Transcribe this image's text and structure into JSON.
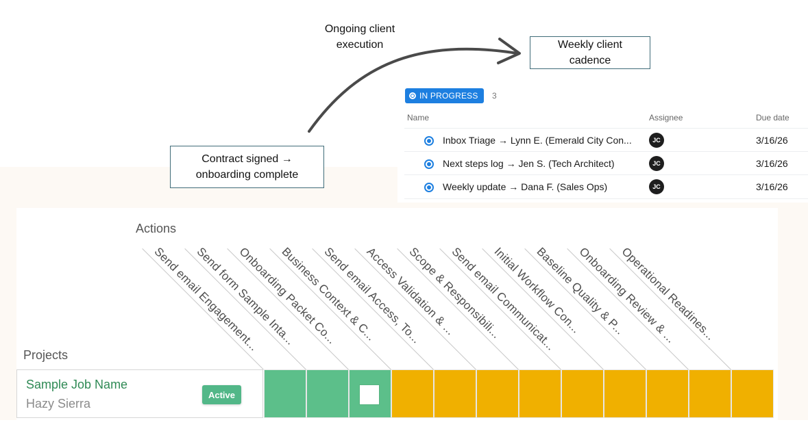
{
  "colors": {
    "callout_border": "#3f6b78",
    "accent_blue": "#1d7fe0",
    "green_done": "#5cbf8a",
    "amber_todo": "#f0b000",
    "project_name_green": "#2f8a55",
    "badge_green": "#52b788",
    "cream_background": "#fdf9f4"
  },
  "flow": {
    "contract_callout": "Contract signed →\nonboarding complete",
    "ongoing_label": "Ongoing client\nexecution",
    "weekly_callout": "Weekly client\ncadence"
  },
  "task_list": {
    "status_label": "IN PROGRESS",
    "status_icon": "radio-dot-icon",
    "count": "3",
    "columns": {
      "name": "Name",
      "assignee": "Assignee",
      "due": "Due date"
    },
    "tasks": [
      {
        "name": "Inbox Triage → Lynn E. (Emerald City Con...",
        "assignee": "JC",
        "due": "3/16/26"
      },
      {
        "name": "Next steps log → Jen S. (Tech Architect)",
        "assignee": "JC",
        "due": "3/16/26"
      },
      {
        "name": "Weekly update → Dana F. (Sales Ops)",
        "assignee": "JC",
        "due": "3/16/26"
      }
    ]
  },
  "matrix": {
    "actions_title": "Actions",
    "projects_title": "Projects",
    "actions": [
      "Send email Engagement...",
      "Send form Sample Inta...",
      "Onboarding Packet Co...",
      "Business Context & C...",
      "Send email Access, To...",
      "Access Validation & ...",
      "Scope & Responsibili...",
      "Send email Communicat...",
      "Initial Workflow Con...",
      "Baseline Quality & P...",
      "Onboarding Review & ...",
      "Operational Readines..."
    ],
    "project": {
      "name": "Sample Job Name",
      "client": "Hazy Sierra",
      "status": "Active",
      "cells": [
        "done",
        "done",
        "checkbox",
        "todo",
        "todo",
        "todo",
        "todo",
        "todo",
        "todo",
        "todo",
        "todo",
        "todo"
      ]
    }
  }
}
